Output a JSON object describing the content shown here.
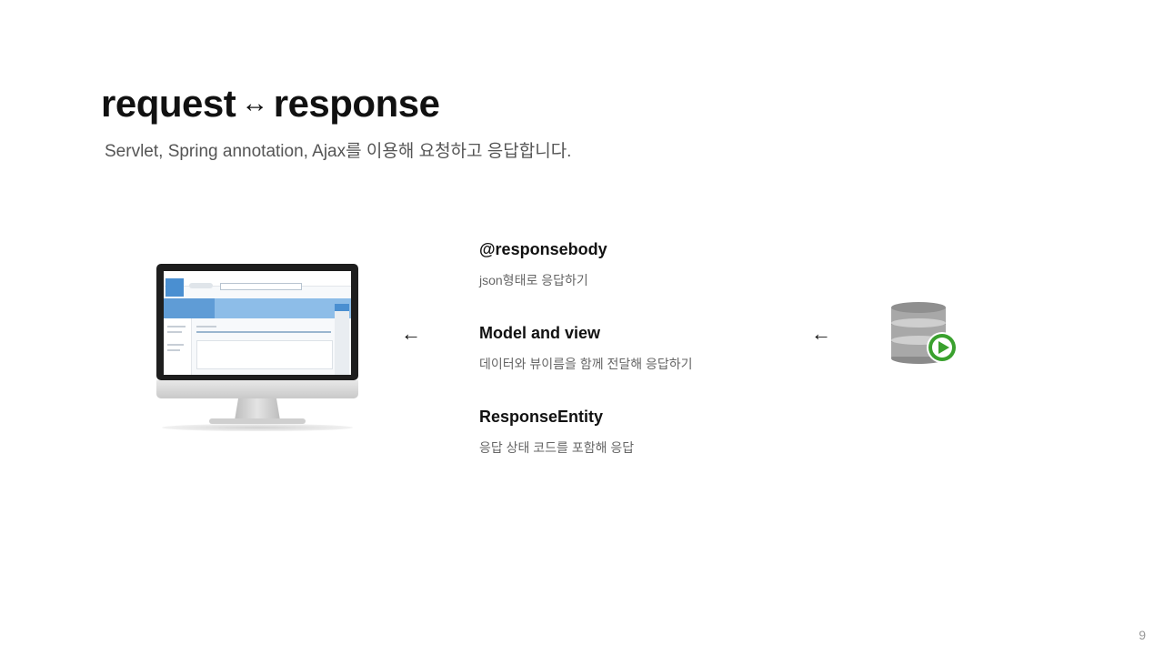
{
  "slide": {
    "title_left": "request",
    "title_arrow": "↔",
    "title_right": "response",
    "subtitle": "Servlet, Spring annotation, Ajax를 이용해 요청하고 응답합니다.",
    "page_number": "9"
  },
  "flow": {
    "arrow_glyph": "←"
  },
  "items": [
    {
      "title": "@responsebody",
      "description": "json형태로 응답하기"
    },
    {
      "title": "Model and view",
      "description": "데이터와 뷰이름을 함께 전달해 응답하기"
    },
    {
      "title": "ResponseEntity",
      "description": "응답 상태 코드를 포함해 응답"
    }
  ],
  "icons": {
    "client": "monitor-icon",
    "server": "database-play-icon"
  },
  "colors": {
    "title": "#111111",
    "subtitle": "#555555",
    "description": "#666666",
    "play_green": "#3aa12e"
  }
}
